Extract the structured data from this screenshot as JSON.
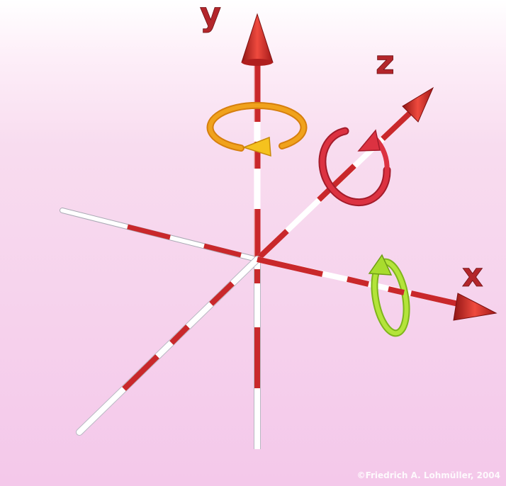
{
  "axes": {
    "x": {
      "label": "x",
      "ring_color": "#a8dc2e"
    },
    "y": {
      "label": "y",
      "ring_color": "#f0a21c"
    },
    "z": {
      "label": "z",
      "ring_color": "#dc3241"
    }
  },
  "colors": {
    "background_top": "#ffffff",
    "background_bottom": "#f4c8ea",
    "axis_red": "#c9282b",
    "axis_white": "#ffffff",
    "arrow_red": "#d42a2a"
  },
  "icons": {
    "axis_arrowhead": "cone-arrowhead-icon",
    "rotation_ring": "circular-arrow-icon"
  },
  "copyright": "©Friedrich A. Lohmüller, 2004"
}
